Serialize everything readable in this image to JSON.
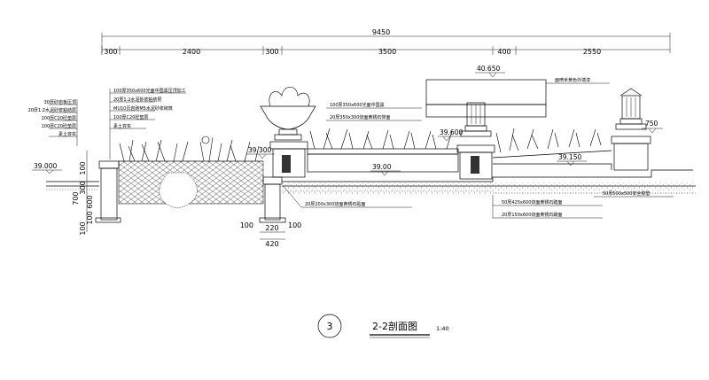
{
  "top_dims": {
    "total": "9450",
    "segments": [
      "300",
      "2400",
      "300",
      "3500",
      "400",
      "2550"
    ]
  },
  "elevations": {
    "top_wall": "40.650",
    "left": "39.000",
    "pier_top": "39.300",
    "pillar_mid": "39.600",
    "center": "39.00",
    "right_pillar": "39.150",
    "right_top": "750"
  },
  "left_notes": [
    "30厚砂岩板压顶",
    "20厚1:2水泥砂浆粘结层",
    "100厚C20砼垫层",
    "100厚C20砼垫层",
    "素土夯实"
  ],
  "left_notes_b": [
    "100厚350x600光面中国黑压顶加工",
    "20厚1:2水泥砂浆粘结层",
    "MU10页岩砖M5水泥砂浆砌筑",
    "100厚C20砼垫层",
    "素土夯实"
  ],
  "center_notes": [
    "100厚350x600光面中国黑",
    "20厚350x300烧面黄锈石饰面"
  ],
  "right_wall_note": "面喷米黄色外墙漆",
  "bottom_notes": [
    "20厚200x300烧面黄锈石贴面",
    "50厚425x600烧面黄锈石踏面",
    "50厚500x500安全胶垫",
    "20厚150x600烧面黄锈石踢面"
  ],
  "vert_dims_left": [
    "100",
    "300",
    "100",
    "700",
    "600",
    "100"
  ],
  "pier_dims": [
    "100",
    "220",
    "100",
    "420"
  ],
  "title": {
    "number": "3",
    "name": "2-2剖面图",
    "scale": "1:40"
  }
}
